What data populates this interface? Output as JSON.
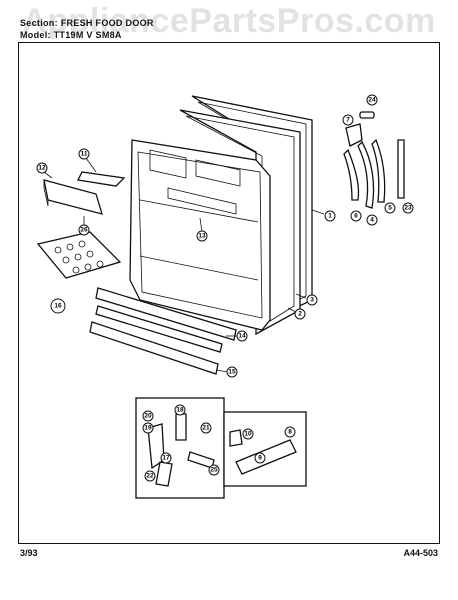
{
  "header": {
    "section_label": "Section:",
    "section_value": "FRESH FOOD DOOR",
    "model_label": "Model:",
    "model_value": "TT19M V SM8A"
  },
  "footer": {
    "date": "3/93",
    "doc_number": "A44-503"
  },
  "watermark": "AppliancePartsPros.com",
  "callouts": [
    "1",
    "2",
    "3",
    "4",
    "5",
    "6",
    "7",
    "8",
    "9",
    "10",
    "11",
    "12",
    "13",
    "14",
    "15",
    "16",
    "17",
    "18",
    "19",
    "20",
    "21",
    "22",
    "23",
    "24",
    "25",
    "26"
  ]
}
